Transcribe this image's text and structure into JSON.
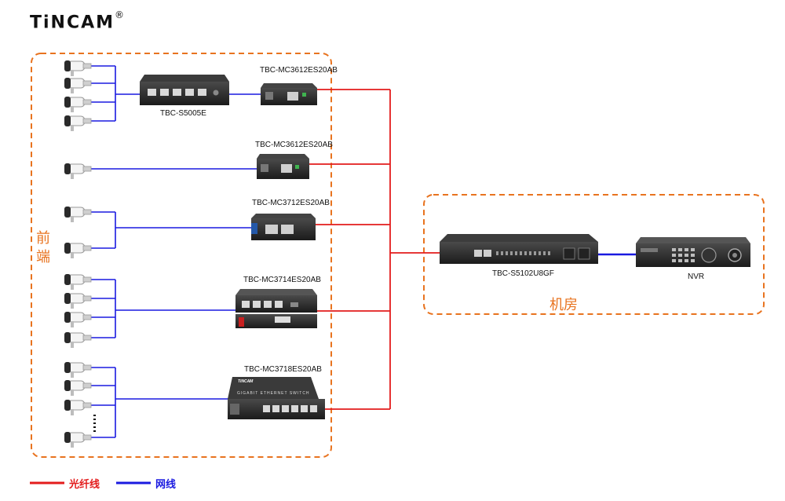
{
  "brand": {
    "name": "TiNCAM",
    "mark": "®"
  },
  "zones": {
    "front": "前端",
    "room": "机房"
  },
  "devices": {
    "switch1": "TBC-S5005E",
    "mc1": "TBC-MC3612ES20AB",
    "mc2": "TBC-MC3612ES20AB",
    "mc3": "TBC-MC3712ES20AB",
    "mc4": "TBC-MC3714ES20AB",
    "mc5": "TBC-MC3718ES20AB",
    "core_switch": "TBC-S5102U8GF",
    "nvr": "NVR",
    "mc5_brand": "TiNCAM",
    "mc5_panel": "GIGABIT ETHERNET SWITCH"
  },
  "legend": [
    {
      "label": "光纤线",
      "color": "#e31c1c"
    },
    {
      "label": "网线",
      "color": "#1a1ae0"
    }
  ],
  "colors": {
    "zone_border": "#e8731f",
    "fiber": "#e31c1c",
    "ethernet": "#1a1ae0"
  }
}
